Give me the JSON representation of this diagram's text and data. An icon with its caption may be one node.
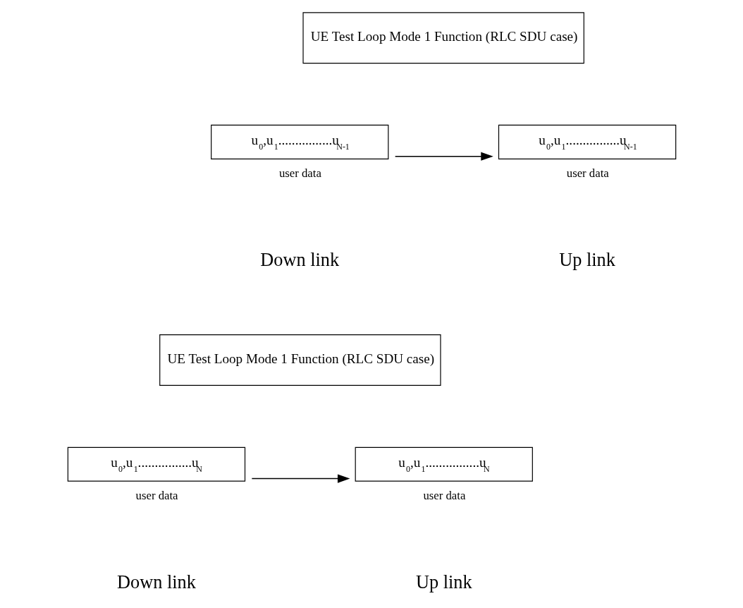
{
  "diagram": {
    "nodes": [
      {
        "text": [
          "UE Test Loop Mode 1 Function (RLC SDU case)"
        ]
      },
      {
        "text": [
          "u$_{0}$,u$_{1}$................u$_{N-1}$"
        ],
        "beside": [
          "user data"
        ]
      },
      {
        "text": [
          "u$_{0}$,u$_{1}$................u$_{N-1}$"
        ],
        "beside": [
          "user data"
        ]
      },
      {
        "text": [
          "UE Test Loop Mode 1 Function (RLC SDU case)"
        ]
      },
      {
        "text": [
          "u$_{0}$,u$_{1}$................u$_{N}$"
        ],
        "beside": [
          "user data"
        ]
      },
      {
        "text": [
          "u$_{0}$,u$_{1}$................u$_{N}$"
        ],
        "beside": [
          "user data"
        ]
      }
    ],
    "edges": [
      {
        "from": 1,
        "to": 2,
        "arrow": "to"
      },
      {
        "from": 4,
        "to": 5,
        "arrow": "to"
      }
    ],
    "labels": [
      "Down link",
      "Up link",
      "Down link",
      "Up link"
    ]
  }
}
